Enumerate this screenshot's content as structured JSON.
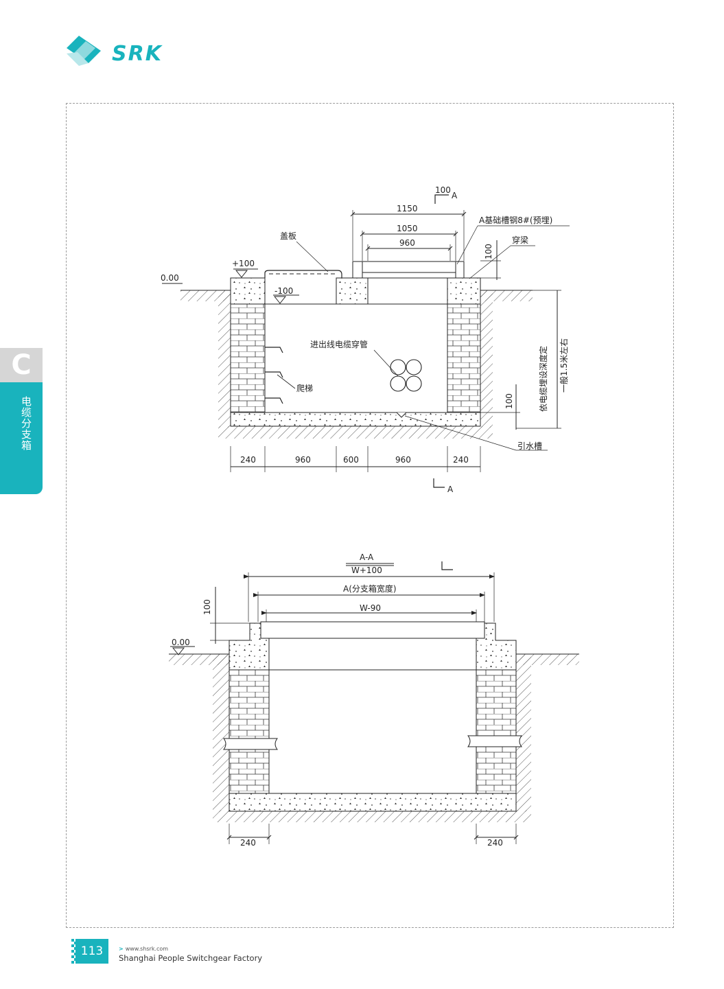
{
  "brand": {
    "name": "SRK",
    "color": "#19b3bd"
  },
  "side_tab": {
    "letter": "C",
    "label": "电缆分支箱"
  },
  "plan_section": {
    "top_mark_value": "100",
    "top_mark_letter": "A",
    "dim_1150": "1150",
    "dim_1050": "1050",
    "dim_960_top": "960",
    "dim_100_top": "100",
    "label_channel_steel": "A基础槽钢8#(预埋)",
    "label_beam": "穿梁",
    "label_cover": "盖板",
    "level_plus100": "+100",
    "level_zero": "0.00",
    "level_minus100": "-100",
    "label_conduit": "进出线电缆穿管",
    "label_ladder": "爬梯",
    "dim_100_bottom": "100",
    "label_depth_1": "依电缆埋设深度定",
    "label_depth_2": "一般1.5米左右",
    "label_drain": "引水槽",
    "bottom_dims": [
      "240",
      "960",
      "600",
      "960",
      "240"
    ],
    "section_letter": "A"
  },
  "aa_section": {
    "title": "A-A",
    "dim_w100": "W+100",
    "dim_a": "A(分支箱宽度)",
    "dim_w90": "W-90",
    "dim_100": "100",
    "level_zero": "0.00",
    "dim_left_240": "240",
    "dim_right_240": "240"
  },
  "footer": {
    "page_number": "113",
    "url": "www.shsrk.com",
    "company": "Shanghai People Switchgear Factory"
  }
}
